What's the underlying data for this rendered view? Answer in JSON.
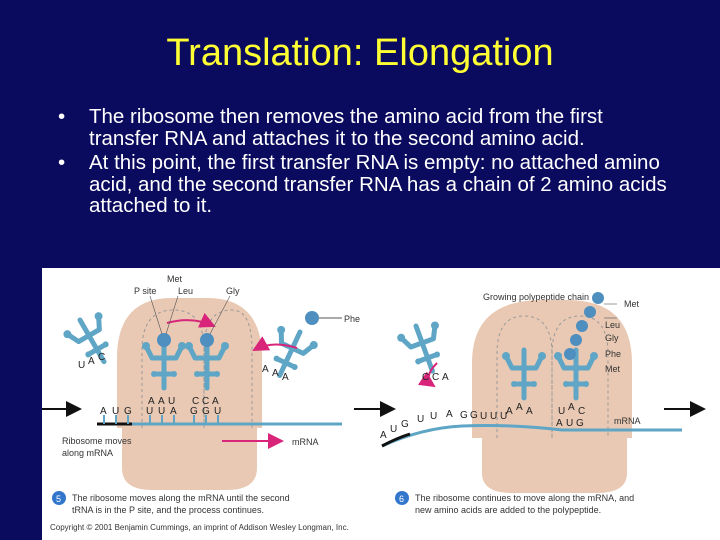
{
  "slide": {
    "title": "Translation:  Elongation",
    "bullets": [
      "The ribosome then removes the amino acid from the first transfer RNA and attaches it to the second amino acid.",
      "At this point, the first transfer RNA is empty: no attached amino acid, and the second transfer RNA has a chain of 2 amino acids attached to it."
    ],
    "bullet_symbol": "•"
  },
  "figure": {
    "left_panel": {
      "labels": {
        "p_site": "P site",
        "met": "Met",
        "leu": "Leu",
        "gly": "Gly",
        "phe": "Phe",
        "ribosome_moves": "Ribosome moves",
        "along_mrna": "along mRNA",
        "mrna": "mRNA"
      },
      "free_trna_anticodon": [
        "U",
        "A",
        "C"
      ],
      "incoming_anticodon": [
        "A",
        "A",
        "A"
      ],
      "codons_left": [
        "A",
        "U",
        "G"
      ],
      "codons_p": [
        "U",
        "U",
        "A"
      ],
      "codons_a": [
        "G",
        "G",
        "U"
      ],
      "anticodon_p": [
        "A",
        "A",
        "U"
      ],
      "anticodon_a": [
        "C",
        "C",
        "A"
      ],
      "step_number": "5",
      "caption_line1": "The ribosome moves along the mRNA until the second",
      "caption_line2": "tRNA is in the P site, and the process continues."
    },
    "right_panel": {
      "labels": {
        "growing": "Growing polypeptide chain",
        "met": "Met",
        "leu": "Leu",
        "gly": "Gly",
        "phe": "Phe",
        "met2": "Met",
        "mrna": "mRNA"
      },
      "free_trna_anticodon": [
        "C",
        "C",
        "A"
      ],
      "mrna_bases": [
        "A",
        "U",
        "G",
        "U",
        "U",
        "A",
        "G",
        "G",
        "U",
        "U",
        "U"
      ],
      "anticodon_p": [
        "A",
        "A",
        "A"
      ],
      "anticodon_a": [
        "U",
        "A",
        "C"
      ],
      "codons_a": [
        "A",
        "U",
        "G"
      ],
      "step_number": "6",
      "caption_line1": "The ribosome continues to move along the mRNA, and",
      "caption_line2": "new amino acids are added to the polypeptide."
    },
    "copyright": "Copyright © 2001 Benjamin Cummings, an imprint of Addison Wesley Longman, Inc.",
    "colors": {
      "ribosome": "#e9c9b3",
      "trna": "#5fa6c6",
      "amino": "#4f8fc0",
      "arrow": "#d8257a",
      "mrna": "#5fa6c6"
    }
  }
}
